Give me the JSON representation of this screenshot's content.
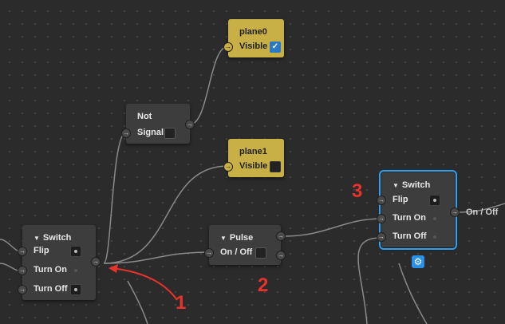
{
  "nodes": {
    "plane0": {
      "title": "plane0",
      "visible_label": "Visible",
      "visible_checked": true
    },
    "not": {
      "title": "Not",
      "signal_label": "Signal"
    },
    "plane1": {
      "title": "plane1",
      "visible_label": "Visible",
      "visible_checked": false
    },
    "switch_left": {
      "title": "Switch",
      "flip_label": "Flip",
      "turn_on_label": "Turn On",
      "turn_off_label": "Turn Off"
    },
    "pulse": {
      "title": "Pulse",
      "on_off_label": "On / Off"
    },
    "switch_right": {
      "title": "Switch",
      "flip_label": "Flip",
      "turn_on_label": "Turn On",
      "turn_off_label": "Turn Off",
      "output_label": "On / Off"
    }
  },
  "annotations": {
    "one": "1",
    "two": "2",
    "three": "3",
    "color": "#e8322c"
  },
  "icons": {
    "port": "arrow-right-icon",
    "check": "checkmark-icon",
    "gear": "gear-icon",
    "collapse": "triangle-down-icon"
  },
  "colors": {
    "selection": "#2ea0f2",
    "object_node": "#c8b046",
    "node": "#3d3d3d"
  }
}
